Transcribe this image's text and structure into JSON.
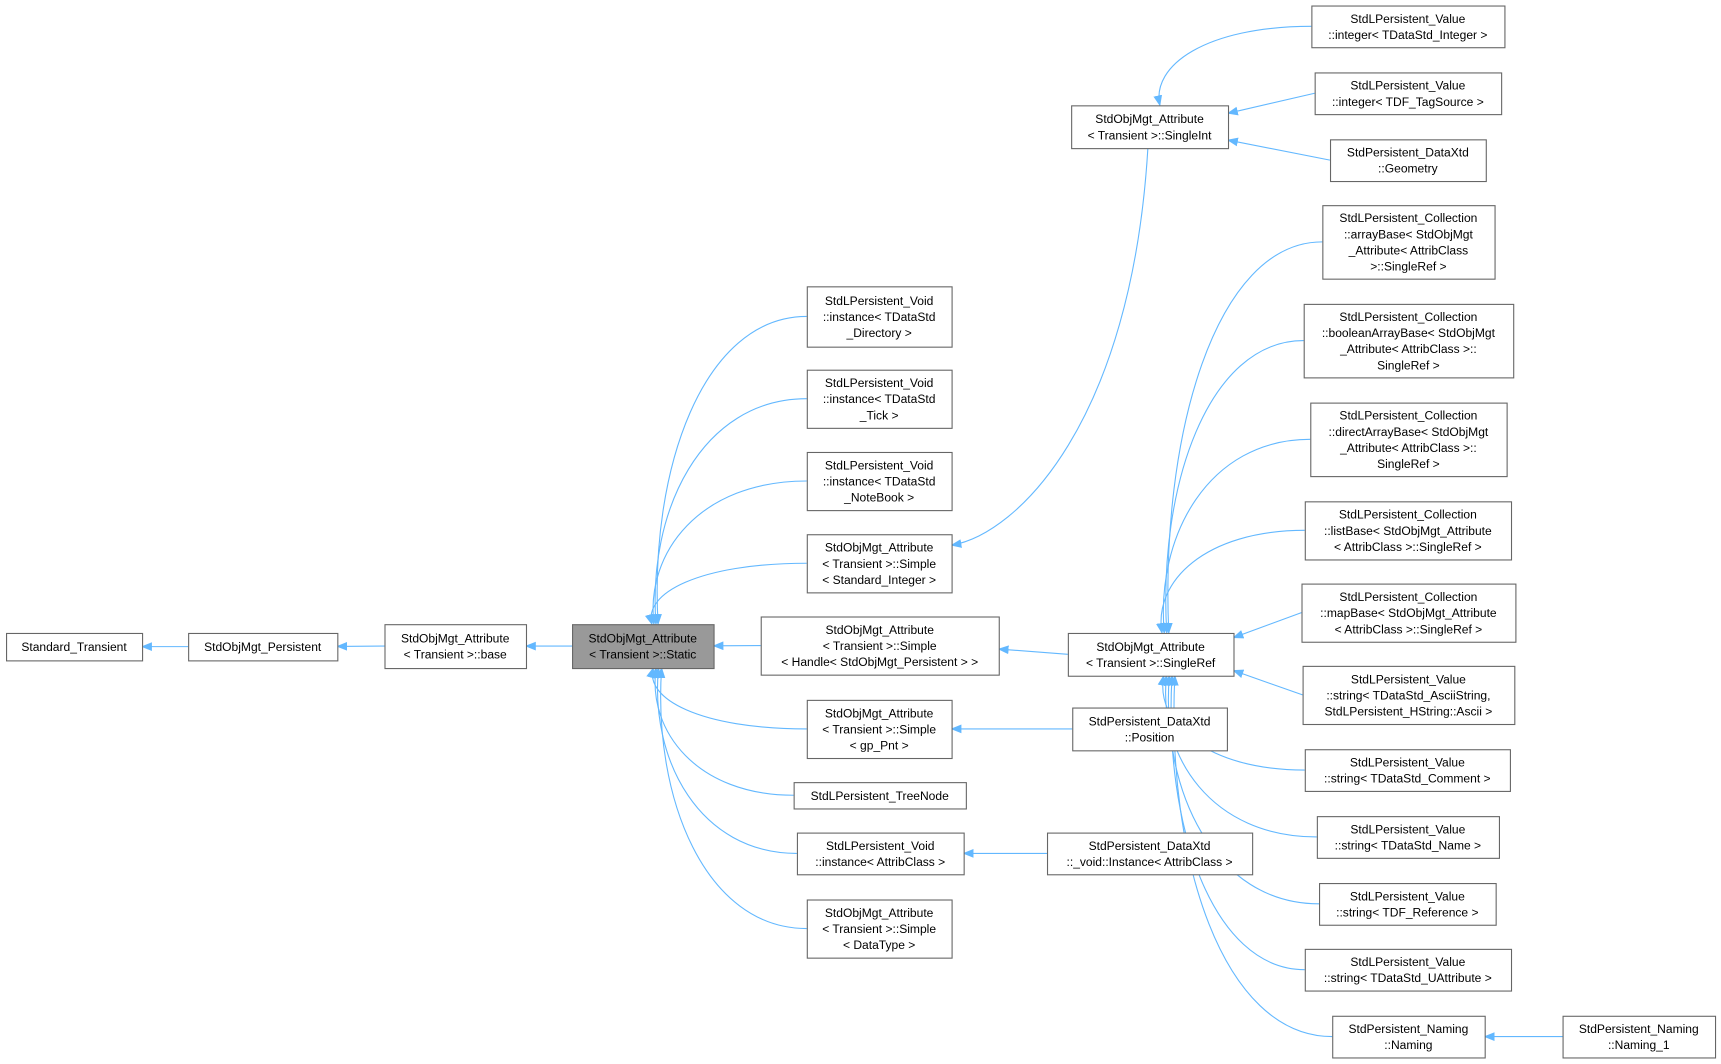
{
  "colors": {
    "edge": "#63b8ff",
    "highlight": "#999999",
    "border": "#666666"
  },
  "nodes": [
    {
      "id": 1,
      "lines": [
        "Standard_Transient"
      ]
    },
    {
      "id": 2,
      "lines": [
        "StdObjMgt_Persistent"
      ]
    },
    {
      "id": 3,
      "lines": [
        "StdObjMgt_Attribute",
        "< Transient >::base"
      ]
    },
    {
      "id": 4,
      "lines": [
        "StdObjMgt_Attribute",
        "< Transient >::Static"
      ],
      "highlighted": true
    },
    {
      "id": 5,
      "lines": [
        "StdLPersistent_Void",
        "::instance< TDataStd",
        "_Directory >"
      ]
    },
    {
      "id": 6,
      "lines": [
        "StdLPersistent_Void",
        "::instance< TDataStd",
        "_Tick >"
      ]
    },
    {
      "id": 7,
      "lines": [
        "StdLPersistent_Void",
        "::instance< TDataStd",
        "_NoteBook >"
      ]
    },
    {
      "id": 8,
      "lines": [
        "StdObjMgt_Attribute",
        "< Transient >::Simple",
        "< Standard_Integer >"
      ]
    },
    {
      "id": 9,
      "lines": [
        "StdObjMgt_Attribute",
        "< Transient >::Simple",
        "< Handle< StdObjMgt_Persistent > >"
      ]
    },
    {
      "id": 10,
      "lines": [
        "StdObjMgt_Attribute",
        "< Transient >::Simple",
        "< gp_Pnt >"
      ]
    },
    {
      "id": 11,
      "lines": [
        "StdLPersistent_TreeNode"
      ]
    },
    {
      "id": 12,
      "lines": [
        "StdLPersistent_Void",
        "::instance< AttribClass >"
      ]
    },
    {
      "id": 13,
      "lines": [
        "StdObjMgt_Attribute",
        "< Transient >::Simple",
        "< DataType >"
      ]
    },
    {
      "id": 14,
      "lines": [
        "StdObjMgt_Attribute",
        "< Transient >::SingleInt"
      ]
    },
    {
      "id": 15,
      "lines": [
        "StdObjMgt_Attribute",
        "< Transient >::SingleRef"
      ]
    },
    {
      "id": 16,
      "lines": [
        "StdPersistent_DataXtd",
        "::Position"
      ]
    },
    {
      "id": 17,
      "lines": [
        "StdPersistent_DataXtd",
        "::_void::Instance< AttribClass >"
      ]
    },
    {
      "id": 18,
      "lines": [
        "StdLPersistent_Value",
        "::integer< TDataStd_Integer >"
      ]
    },
    {
      "id": 19,
      "lines": [
        "StdLPersistent_Value",
        "::integer< TDF_TagSource >"
      ]
    },
    {
      "id": 20,
      "lines": [
        "StdPersistent_DataXtd",
        "::Geometry"
      ]
    },
    {
      "id": 21,
      "lines": [
        "StdLPersistent_Collection",
        "::arrayBase< StdObjMgt",
        "_Attribute< AttribClass",
        ">::SingleRef >"
      ]
    },
    {
      "id": 22,
      "lines": [
        "StdLPersistent_Collection",
        "::booleanArrayBase< StdObjMgt",
        "_Attribute< AttribClass >::",
        "SingleRef >"
      ]
    },
    {
      "id": 23,
      "lines": [
        "StdLPersistent_Collection",
        "::directArrayBase< StdObjMgt",
        "_Attribute< AttribClass >::",
        "SingleRef >"
      ]
    },
    {
      "id": 24,
      "lines": [
        "StdLPersistent_Collection",
        "::listBase< StdObjMgt_Attribute",
        "< AttribClass >::SingleRef >"
      ]
    },
    {
      "id": 25,
      "lines": [
        "StdLPersistent_Collection",
        "::mapBase< StdObjMgt_Attribute",
        "< AttribClass >::SingleRef >"
      ]
    },
    {
      "id": 26,
      "lines": [
        "StdLPersistent_Value",
        "::string< TDataStd_AsciiString,",
        "StdLPersistent_HString::Ascii >"
      ]
    },
    {
      "id": 27,
      "lines": [
        "StdLPersistent_Value",
        "::string< TDataStd_Comment >"
      ]
    },
    {
      "id": 28,
      "lines": [
        "StdLPersistent_Value",
        "::string< TDataStd_Name >"
      ]
    },
    {
      "id": 29,
      "lines": [
        "StdLPersistent_Value",
        "::string< TDF_Reference >"
      ]
    },
    {
      "id": 30,
      "lines": [
        "StdLPersistent_Value",
        "::string< TDataStd_UAttribute >"
      ]
    },
    {
      "id": 31,
      "lines": [
        "StdPersistent_Naming",
        "::Naming"
      ]
    },
    {
      "id": 32,
      "lines": [
        "StdPersistent_Naming",
        "::Naming_1"
      ]
    }
  ],
  "edges": [
    {
      "from": 2,
      "to": 1
    },
    {
      "from": 3,
      "to": 2
    },
    {
      "from": 4,
      "to": 3
    },
    {
      "from": 5,
      "to": 4
    },
    {
      "from": 6,
      "to": 4
    },
    {
      "from": 7,
      "to": 4
    },
    {
      "from": 8,
      "to": 4
    },
    {
      "from": 9,
      "to": 4
    },
    {
      "from": 10,
      "to": 4
    },
    {
      "from": 11,
      "to": 4
    },
    {
      "from": 12,
      "to": 4
    },
    {
      "from": 13,
      "to": 4
    },
    {
      "from": 14,
      "to": 8
    },
    {
      "from": 15,
      "to": 9
    },
    {
      "from": 16,
      "to": 10
    },
    {
      "from": 17,
      "to": 12
    },
    {
      "from": 18,
      "to": 14
    },
    {
      "from": 19,
      "to": 14
    },
    {
      "from": 20,
      "to": 14
    },
    {
      "from": 21,
      "to": 15
    },
    {
      "from": 22,
      "to": 15
    },
    {
      "from": 23,
      "to": 15
    },
    {
      "from": 24,
      "to": 15
    },
    {
      "from": 25,
      "to": 15
    },
    {
      "from": 26,
      "to": 15
    },
    {
      "from": 27,
      "to": 15
    },
    {
      "from": 28,
      "to": 15
    },
    {
      "from": 29,
      "to": 15
    },
    {
      "from": 30,
      "to": 15
    },
    {
      "from": 31,
      "to": 15
    },
    {
      "from": 32,
      "to": 31
    }
  ]
}
